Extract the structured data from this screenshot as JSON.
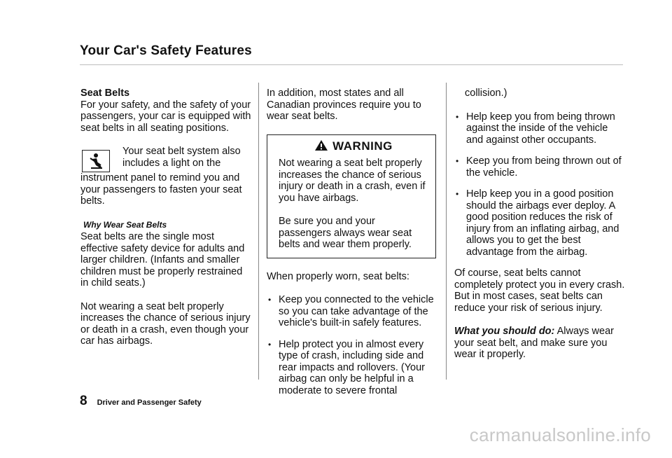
{
  "header": {
    "title": "Your Car's Safety Features"
  },
  "column1": {
    "heading": "Seat Belts",
    "intro": "For your safety, and the safety of your passengers, your car is equipped with seat belts in all seating positions.",
    "icon_name": "seat-belt-reminder-icon",
    "icon_text": "Your seat belt system also includes a light on the",
    "icon_continuation": "instrument panel to remind you and your passengers to fasten your seat belts.",
    "subheading": "Why Wear Seat Belts",
    "para1": "Seat belts are the single most effective safety device for adults and larger children. (Infants and smaller children must be properly restrained in child seats.)",
    "para2": "Not wearing a seat belt properly increases the chance of serious injury or death in a crash, even though your car has airbags."
  },
  "column2": {
    "intro": "In addition, most states and all Canadian provinces require you to wear seat belts.",
    "warning": {
      "icon_name": "warning-triangle-icon",
      "label": "WARNING",
      "para1": "Not wearing a seat belt properly increases the chance of serious injury or death in a crash, even if you have airbags.",
      "para2": "Be sure you and your passengers always wear seat belts and wear them properly."
    },
    "when_worn": "When properly worn, seat belts:",
    "bullet1": "Keep you connected to the vehicle so you can take advantage of the vehicle's built-in safely features.",
    "bullet2": "Help protect you in almost every type of crash, including side and rear impacts and rollovers. (Your airbag can only be helpful in a moderate to severe frontal"
  },
  "column3": {
    "continuation": "collision.)",
    "bullet3": "Help keep you from being thrown against the inside of the vehicle and against other occupants.",
    "bullet4": "Keep you from being thrown out of the vehicle.",
    "bullet5": "Help keep you in a good position should the airbags ever deploy. A good position reduces the risk of injury from an inflating airbag, and allows you to get the best advantage from the airbag.",
    "para": "Of course, seat belts cannot completely protect you in every crash. But in most cases, seat belts can reduce your risk of serious injury.",
    "lead": "What you should do:",
    "lead_text": " Always wear your seat belt, and make sure you wear it properly."
  },
  "footer": {
    "page_number": "8",
    "section": "Driver and Passenger Safety"
  },
  "watermark": "carmanualsonline.info"
}
